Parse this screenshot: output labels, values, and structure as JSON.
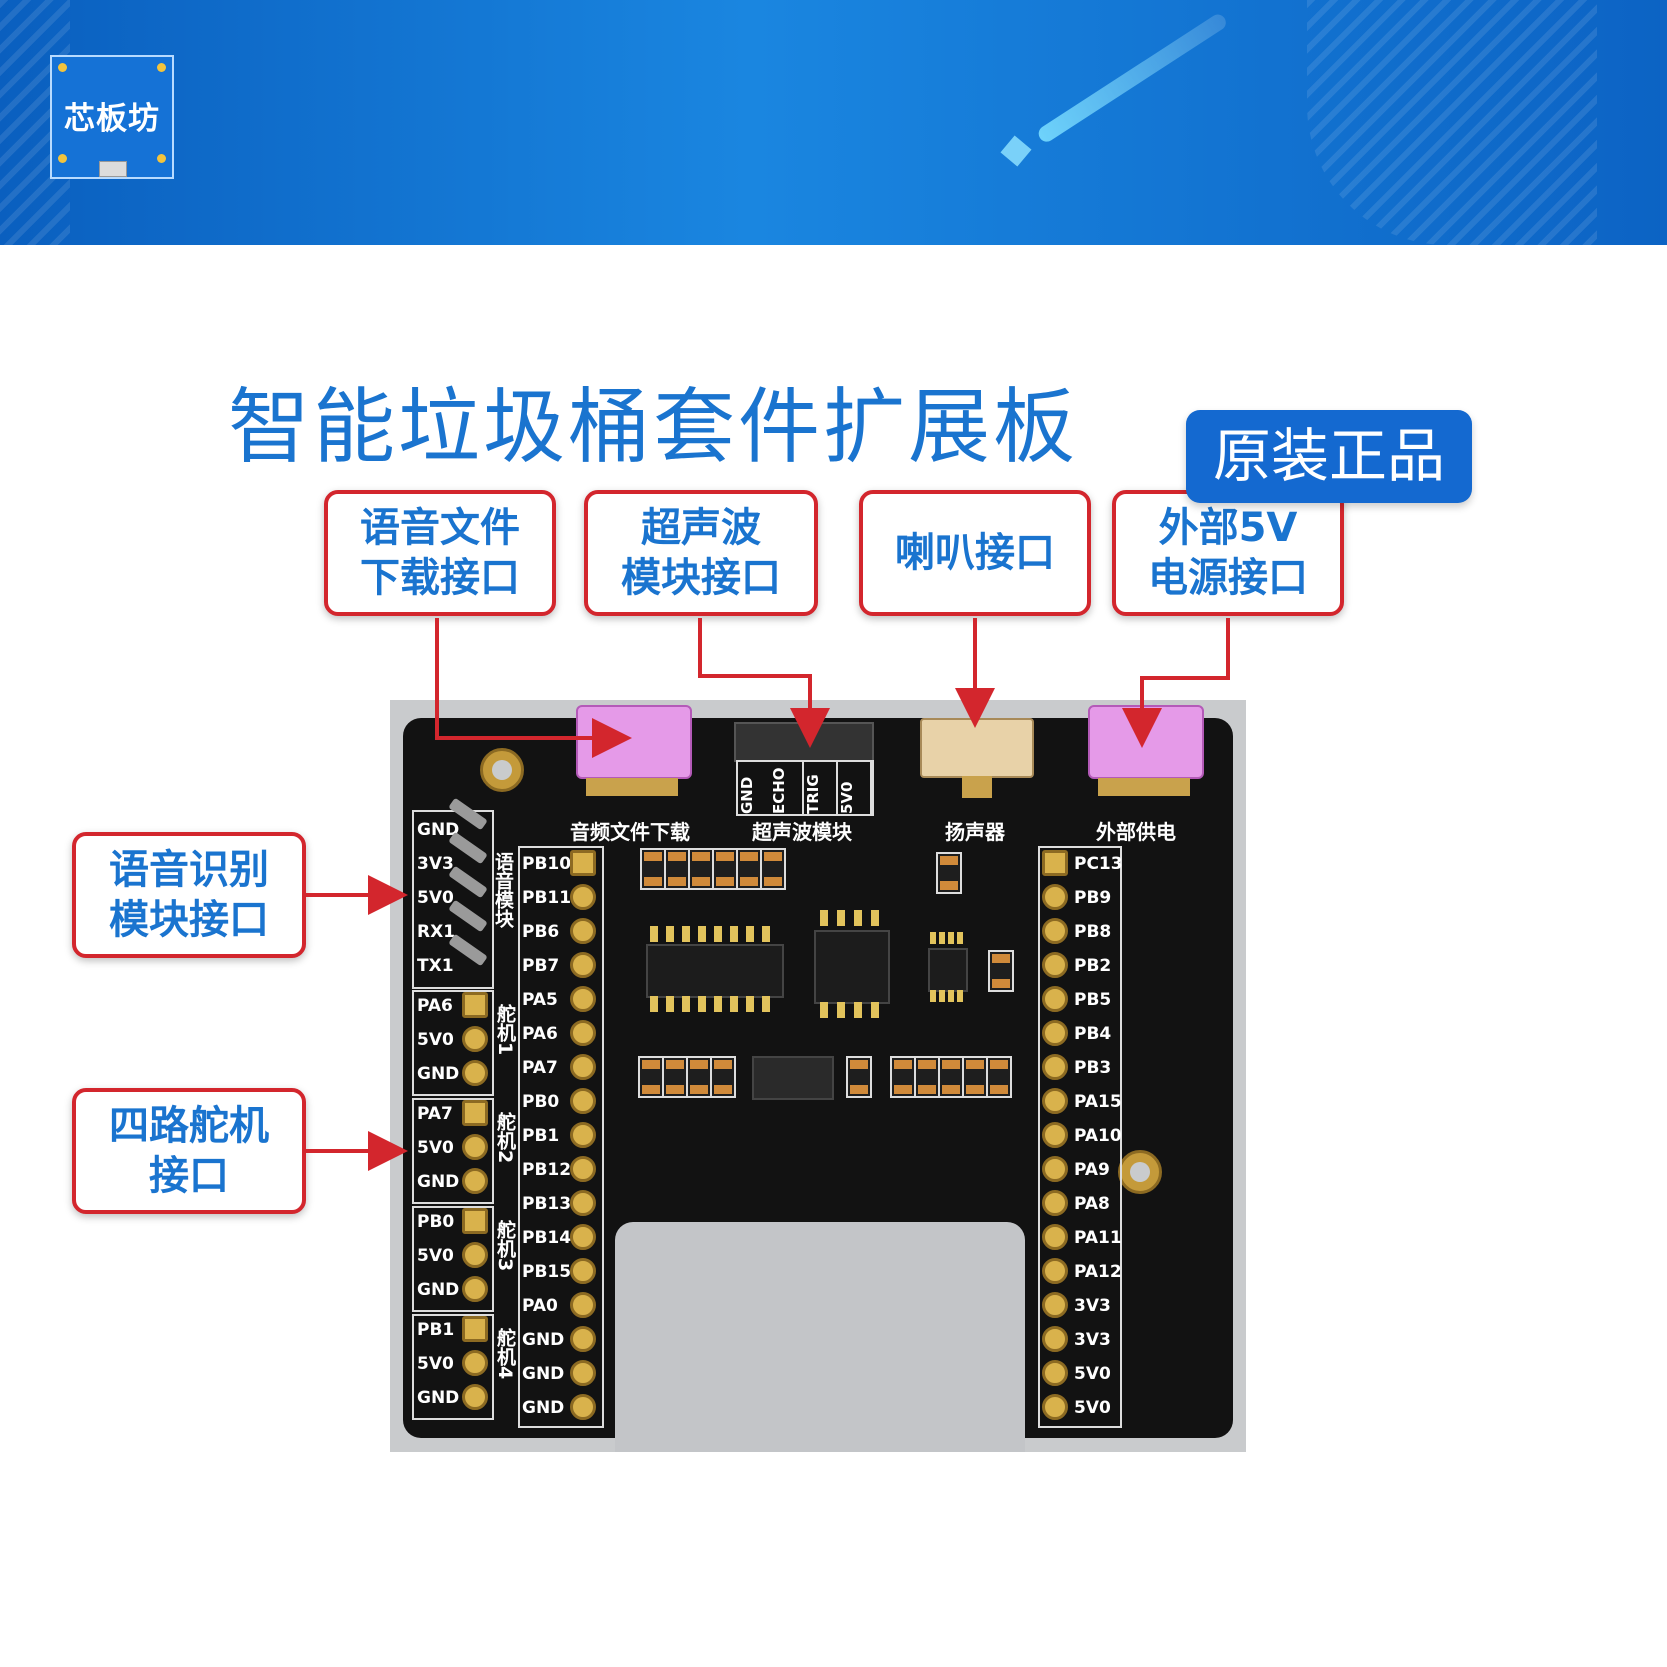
{
  "brand": {
    "logo_text": "芯板坊"
  },
  "title": "智能垃圾桶套件扩展板",
  "badge": "原装正品",
  "callouts": [
    {
      "line1": "语音文件",
      "line2": "下载接口"
    },
    {
      "line1": "超声波",
      "line2": "模块接口"
    },
    {
      "line1": "喇叭接口",
      "line2": ""
    },
    {
      "line1": "外部5V",
      "line2": "电源接口"
    },
    {
      "line1": "语音识别",
      "line2": "模块接口"
    },
    {
      "line1": "四路舵机",
      "line2": "接口"
    }
  ],
  "board": {
    "connector_labels": [
      "音频文件下载",
      "超声波模块",
      "扬声器",
      "外部供电"
    ],
    "ultrasonic_pins": [
      "GND",
      "ECHO",
      "TRIG",
      "5V0"
    ],
    "voice_header_pins": [
      "GND",
      "3V3",
      "5V0",
      "RX1",
      "TX1"
    ],
    "voice_label": "语音模块",
    "servo_groups": [
      {
        "label": "舵机1",
        "pins": [
          "PA6",
          "5V0",
          "GND"
        ]
      },
      {
        "label": "舵机2",
        "pins": [
          "PA7",
          "5V0",
          "GND"
        ]
      },
      {
        "label": "舵机3",
        "pins": [
          "PB0",
          "5V0",
          "GND"
        ]
      },
      {
        "label": "舵机4",
        "pins": [
          "PB1",
          "5V0",
          "GND"
        ]
      }
    ],
    "left_pins": [
      "PB10",
      "PB11",
      "PB6",
      "PB7",
      "PA5",
      "PA6",
      "PA7",
      "PB0",
      "PB1",
      "PB12",
      "PB13",
      "PB14",
      "PB15",
      "PA0",
      "GND",
      "GND",
      "GND"
    ],
    "right_pins": [
      "PC13",
      "PB9",
      "PB8",
      "PB2",
      "PB5",
      "PB4",
      "PB3",
      "PA15",
      "PA10",
      "PA9",
      "PA8",
      "PA11",
      "PA12",
      "3V3",
      "3V3",
      "5V0",
      "5V0"
    ]
  },
  "colors": {
    "accent": "#1a74cf",
    "callout_border": "#d3262d",
    "pcb": "#121212"
  }
}
